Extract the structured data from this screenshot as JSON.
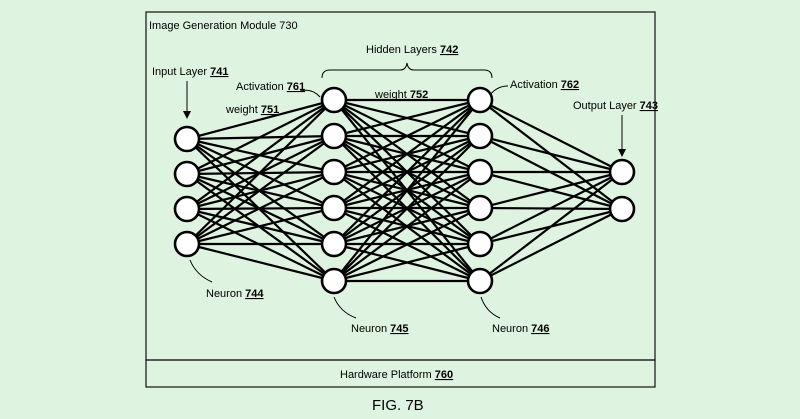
{
  "module": {
    "title": "Image Generation Module 730"
  },
  "hidden_layers": {
    "label": "Hidden Layers",
    "ref": "742"
  },
  "input_layer": {
    "label": "Input Layer",
    "ref": "741",
    "neurons": 4
  },
  "output_layer": {
    "label": "Output Layer",
    "ref": "743",
    "neurons": 2
  },
  "hidden_layer_1": {
    "neurons": 6
  },
  "hidden_layer_2": {
    "neurons": 6
  },
  "activation_1": {
    "label": "Activation",
    "ref": "761"
  },
  "activation_2": {
    "label": "Activation",
    "ref": "762"
  },
  "weight_1": {
    "label": "weight",
    "ref": "751"
  },
  "weight_2": {
    "label": "weight",
    "ref": "752"
  },
  "neuron_1": {
    "label": "Neuron",
    "ref": "744"
  },
  "neuron_2": {
    "label": "Neuron",
    "ref": "745"
  },
  "neuron_3": {
    "label": "Neuron",
    "ref": "746"
  },
  "hardware": {
    "label": "Hardware Platform",
    "ref": "760"
  },
  "figure": {
    "caption": "FIG. 7B"
  }
}
